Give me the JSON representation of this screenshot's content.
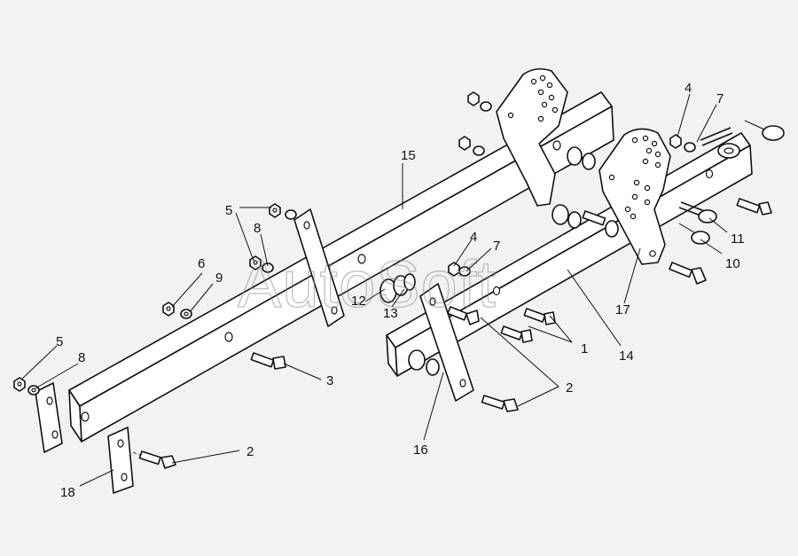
{
  "watermark": "AutoSoft",
  "callouts": [
    {
      "id": "c1",
      "text": "1"
    },
    {
      "id": "c2a",
      "text": "2"
    },
    {
      "id": "c2b",
      "text": "2"
    },
    {
      "id": "c3",
      "text": "3"
    },
    {
      "id": "c4a",
      "text": "4"
    },
    {
      "id": "c4b",
      "text": "4"
    },
    {
      "id": "c5a",
      "text": "5"
    },
    {
      "id": "c5b",
      "text": "5"
    },
    {
      "id": "c6",
      "text": "6"
    },
    {
      "id": "c7a",
      "text": "7"
    },
    {
      "id": "c7b",
      "text": "7"
    },
    {
      "id": "c8a",
      "text": "8"
    },
    {
      "id": "c8b",
      "text": "8"
    },
    {
      "id": "c9",
      "text": "9"
    },
    {
      "id": "c10",
      "text": "10"
    },
    {
      "id": "c11",
      "text": "11"
    },
    {
      "id": "c12",
      "text": "12"
    },
    {
      "id": "c13",
      "text": "13"
    },
    {
      "id": "c14",
      "text": "14"
    },
    {
      "id": "c15",
      "text": "15"
    },
    {
      "id": "c16",
      "text": "16"
    },
    {
      "id": "c17",
      "text": "17"
    },
    {
      "id": "c18",
      "text": "18"
    }
  ]
}
